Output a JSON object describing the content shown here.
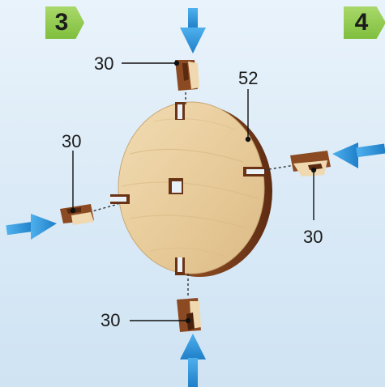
{
  "steps": {
    "current": "3",
    "next": "4"
  },
  "callouts": {
    "top_piece": "30",
    "disk": "52",
    "left_piece": "30",
    "right_piece": "30",
    "bottom_piece": "30"
  },
  "colors": {
    "arrow": "#2a8fd6",
    "badge": "#8cc64a",
    "plywood_face": "#ecd2a6",
    "plywood_edge": "#7a3f1c"
  }
}
